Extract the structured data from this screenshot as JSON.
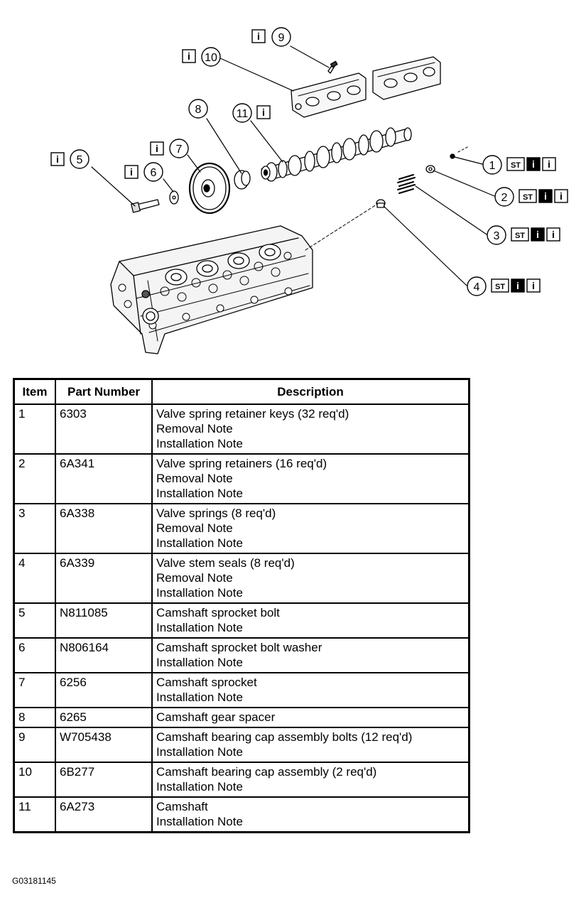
{
  "diagram": {
    "callouts": [
      {
        "num": "1",
        "badges": [
          "ST",
          "i",
          "i"
        ]
      },
      {
        "num": "2",
        "badges": [
          "ST",
          "i",
          "i"
        ]
      },
      {
        "num": "3",
        "badges": [
          "ST",
          "i",
          "i"
        ]
      },
      {
        "num": "4",
        "badges": [
          "ST",
          "i",
          "i"
        ]
      },
      {
        "num": "5",
        "badges": [
          "i"
        ]
      },
      {
        "num": "6",
        "badges": [
          "i"
        ]
      },
      {
        "num": "7",
        "badges": [
          "i"
        ]
      },
      {
        "num": "8",
        "badges": []
      },
      {
        "num": "9",
        "badges": [
          "i"
        ]
      },
      {
        "num": "10",
        "badges": [
          "i"
        ]
      },
      {
        "num": "11",
        "badges": [
          "i"
        ]
      }
    ]
  },
  "table": {
    "headers": [
      "Item",
      "Part Number",
      "Description"
    ],
    "rows": [
      {
        "item": "1",
        "part": "6303",
        "lines": [
          "Valve spring retainer keys (32 req'd)",
          "Removal Note",
          "Installation Note"
        ]
      },
      {
        "item": "2",
        "part": "6A341",
        "lines": [
          "Valve spring retainers (16 req'd)",
          "Removal Note",
          "Installation Note"
        ]
      },
      {
        "item": "3",
        "part": "6A338",
        "lines": [
          "Valve springs (8 req'd)",
          "Removal Note",
          "Installation Note"
        ]
      },
      {
        "item": "4",
        "part": "6A339",
        "lines": [
          "Valve stem seals (8 req'd)",
          "Removal Note",
          "Installation Note"
        ]
      },
      {
        "item": "5",
        "part": "N811085",
        "lines": [
          "Camshaft sprocket bolt",
          "Installation Note"
        ]
      },
      {
        "item": "6",
        "part": "N806164",
        "lines": [
          "Camshaft sprocket bolt washer",
          "Installation Note"
        ]
      },
      {
        "item": "7",
        "part": "6256",
        "lines": [
          "Camshaft sprocket",
          "Installation Note"
        ]
      },
      {
        "item": "8",
        "part": "6265",
        "lines": [
          "Camshaft gear spacer"
        ]
      },
      {
        "item": "9",
        "part": "W705438",
        "lines": [
          "Camshaft bearing cap assembly bolts (12 req'd)",
          "Installation Note"
        ]
      },
      {
        "item": "10",
        "part": "6B277",
        "lines": [
          "Camshaft bearing cap assembly (2 req'd)",
          "Installation Note"
        ]
      },
      {
        "item": "11",
        "part": "6A273",
        "lines": [
          "Camshaft",
          "Installation Note"
        ]
      }
    ]
  },
  "figure_code": "G03181145"
}
